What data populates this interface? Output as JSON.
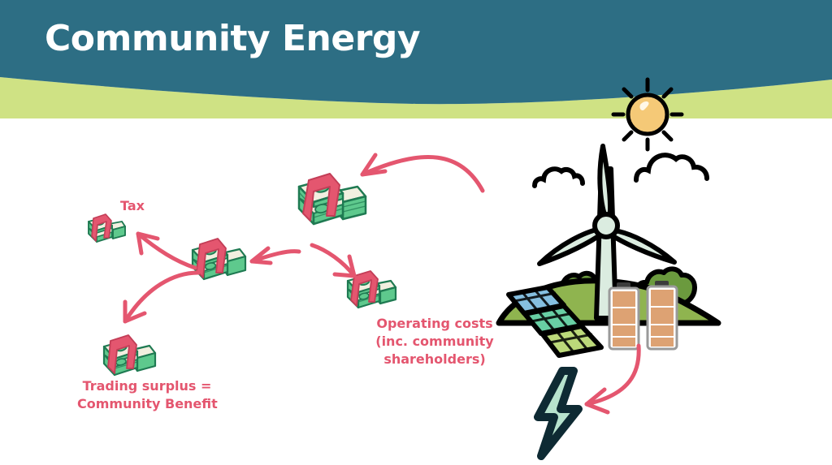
{
  "slide": {
    "title": "Community Energy",
    "background_color": "#ffffff"
  },
  "theme": {
    "header_teal": "#2d6e84",
    "band_green": "#cfe284",
    "accent_pink": "#e4566f",
    "money_green": "#5ec98d",
    "money_cream": "#f2efdf",
    "turbine_mint": "#dbece0",
    "sun_gold": "#f5c977",
    "hill_green": "#8fb44f",
    "bush_green": "#6b9a3e",
    "bolt_mint": "#b7e3cd",
    "bolt_outline": "#0e2a33",
    "battery_tan": "#dda273",
    "panel_blue": "#85bfe0",
    "panel_teal": "#68cfa4",
    "panel_lime": "#bcd97a",
    "ink": "#000000"
  },
  "labels": {
    "tax": "Tax",
    "operating_costs": [
      "Operating costs",
      "(inc. community",
      "shareholders)"
    ],
    "trading_surplus": [
      "Trading surplus =",
      "Community Benefit"
    ]
  },
  "diagram": {
    "nodes": [
      {
        "id": "generation",
        "name": "renewable-generation-illustration",
        "label": ""
      },
      {
        "id": "electricity",
        "name": "lightning-bolt-icon",
        "label": ""
      },
      {
        "id": "revenue",
        "name": "money-stack-revenue",
        "label": ""
      },
      {
        "id": "operating-costs",
        "name": "money-stack-operating-costs",
        "label": "Operating costs (inc. community shareholders)"
      },
      {
        "id": "remainder",
        "name": "money-stack-remainder",
        "label": ""
      },
      {
        "id": "tax",
        "name": "money-stack-tax",
        "label": "Tax"
      },
      {
        "id": "surplus",
        "name": "money-stack-surplus",
        "label": "Trading surplus = Community Benefit"
      }
    ],
    "arrows": [
      {
        "from": "battery",
        "to": "electricity",
        "name": "arrow-battery-to-electricity"
      },
      {
        "from": "generation",
        "to": "revenue",
        "name": "arrow-generation-to-revenue"
      },
      {
        "from": "revenue",
        "to": "operating-costs",
        "name": "arrow-revenue-to-operating-costs"
      },
      {
        "from": "revenue",
        "to": "remainder",
        "name": "arrow-revenue-to-remainder"
      },
      {
        "from": "remainder",
        "to": "tax",
        "name": "arrow-remainder-to-tax"
      },
      {
        "from": "remainder",
        "to": "surplus",
        "name": "arrow-remainder-to-surplus"
      }
    ]
  },
  "illustration": {
    "sun": "sun-icon",
    "clouds": 2,
    "wind_turbine": "wind-turbine-icon",
    "solar_panel_rows": 3,
    "batteries": 2,
    "bushes": 2
  }
}
